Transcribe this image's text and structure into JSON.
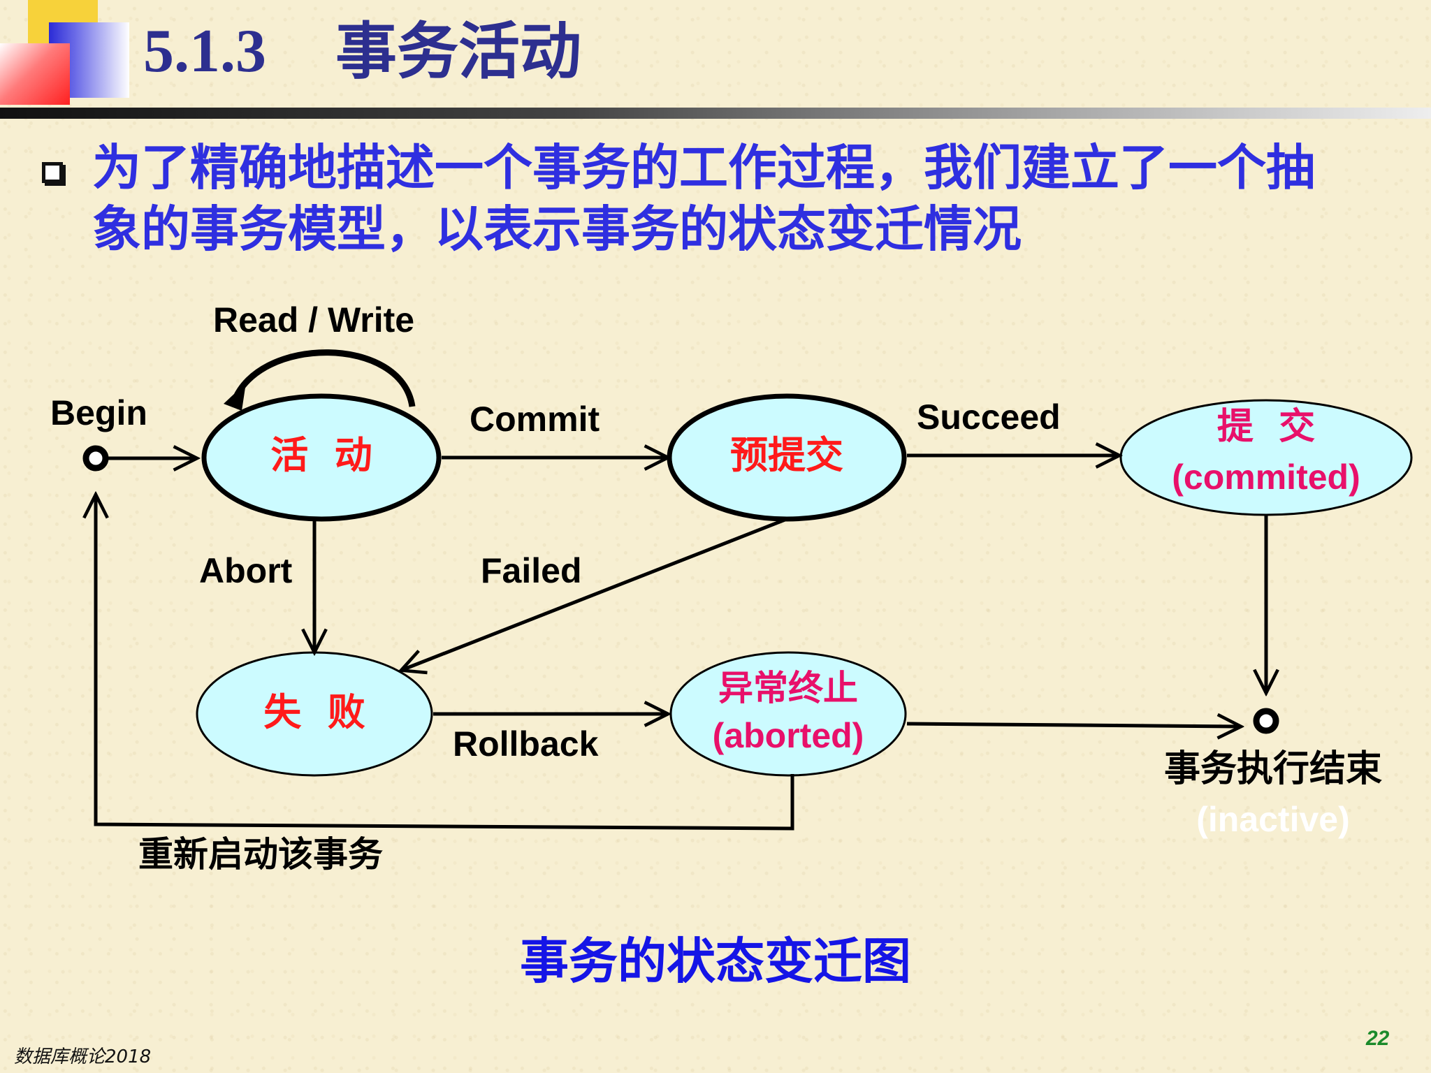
{
  "title": {
    "number": "5.1.3",
    "text": "事务活动"
  },
  "bullet": {
    "line1": "为了精确地描述一个事务的工作过程，我们建立了一个抽",
    "line2": "象的事务模型，以表示事务的状态变迁情况"
  },
  "diagram": {
    "states": {
      "active": "活  动",
      "partially_committed": "预提交",
      "committed_cn": "提  交",
      "committed_en": "(commited)",
      "failed": "失  败",
      "aborted_cn": "异常终止",
      "aborted_en": "(aborted)"
    },
    "transitions": {
      "read_write": "Read / Write",
      "begin": "Begin",
      "commit": "Commit",
      "succeed": "Succeed",
      "abort": "Abort",
      "failed": "Failed",
      "rollback": "Rollback",
      "restart": "重新启动该事务"
    },
    "end_state": {
      "cn": "事务执行结束",
      "en": "(inactive)"
    },
    "colors": {
      "state_fill": "#ccfbff",
      "state_label": "#ff1a1a",
      "state_label_magenta": "#e8106a",
      "inactive_label": "#ffffff"
    }
  },
  "caption": "事务的状态变迁图",
  "footer": {
    "left": "数据库概论2018",
    "page": "22"
  }
}
